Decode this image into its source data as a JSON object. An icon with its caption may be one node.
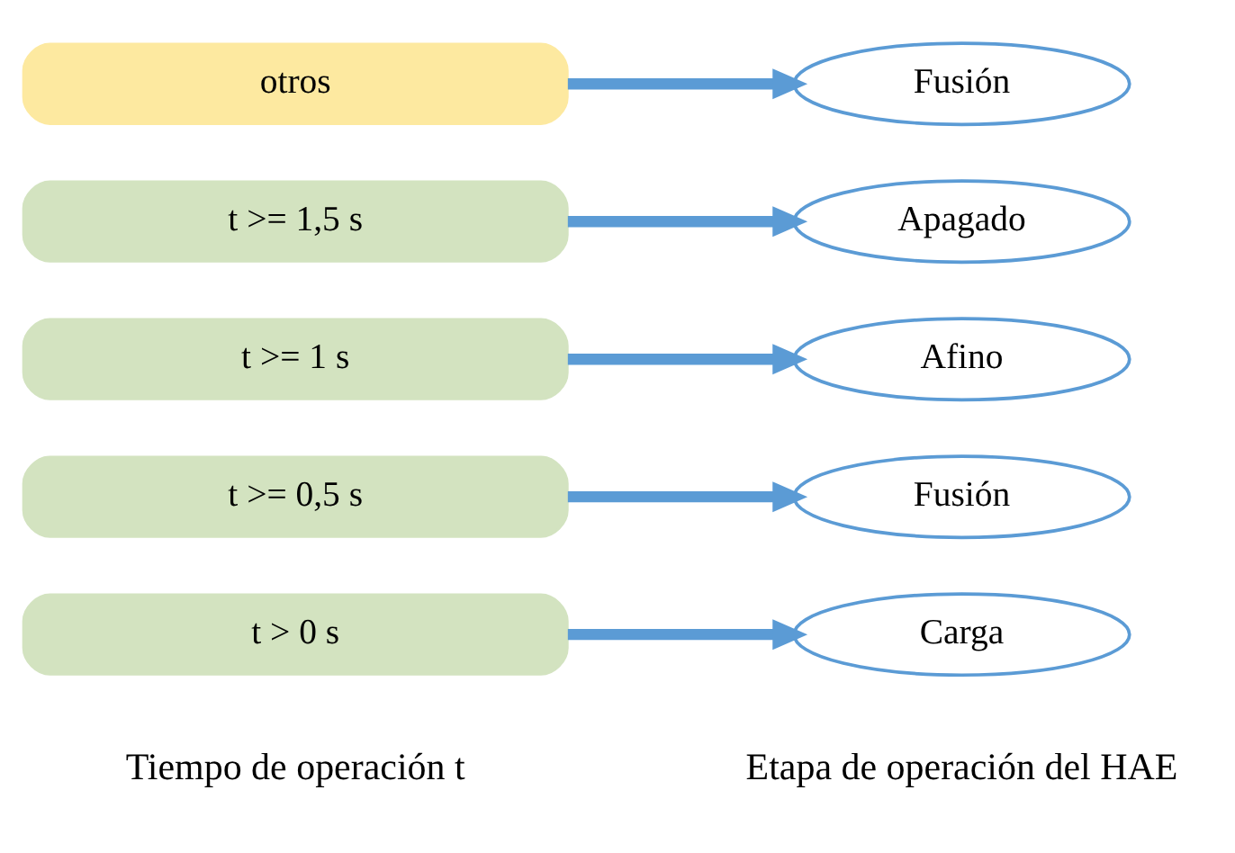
{
  "diagram": {
    "nodes": [
      {
        "text": [
          "t > 0 s"
        ]
      },
      {
        "text": [
          "Carga"
        ]
      },
      {
        "text": [
          "t >= 0,5 s"
        ]
      },
      {
        "text": [
          "Fusión"
        ]
      },
      {
        "text": [
          "t >= 1 s"
        ]
      },
      {
        "text": [
          "Afino"
        ]
      },
      {
        "text": [
          "t >= 1,5 s"
        ]
      },
      {
        "text": [
          "Apagado"
        ]
      },
      {
        "text": [
          "otros"
        ]
      },
      {
        "text": [
          "Fusión"
        ]
      }
    ],
    "edges": [
      {
        "from": 0,
        "to": 1,
        "arrow": "to"
      },
      {
        "from": 2,
        "to": 3,
        "arrow": "to"
      },
      {
        "from": 4,
        "to": 5,
        "arrow": "to"
      },
      {
        "from": 6,
        "to": 7,
        "arrow": "to"
      },
      {
        "from": 8,
        "to": 9,
        "arrow": "to"
      }
    ],
    "labels": [
      "Tiempo de operación t",
      "Etapa de operación del HAE"
    ]
  }
}
